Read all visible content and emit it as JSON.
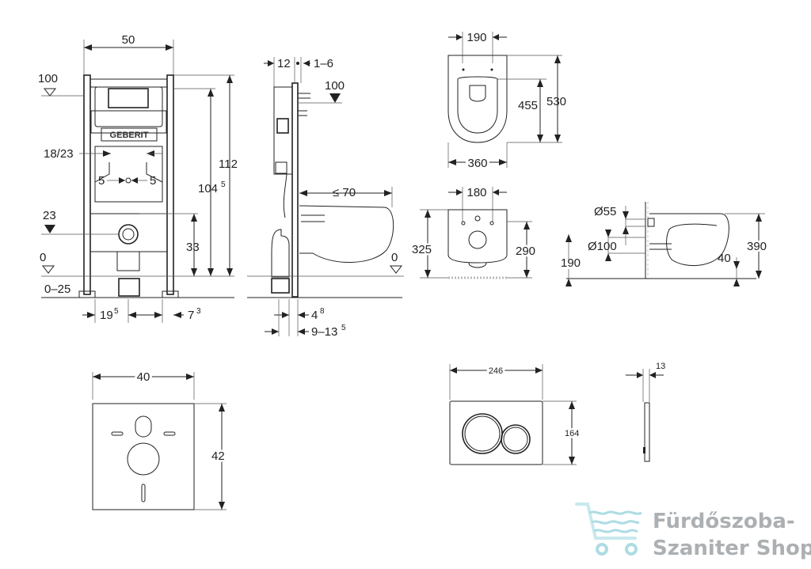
{
  "frame_elevation": {
    "width": "50",
    "height_total": "112",
    "height_inner": "104",
    "height_inner_sup": "5",
    "top_level": "100",
    "range": "18/23",
    "side_left": "5",
    "side_right": "5",
    "level_23": "23",
    "dim_33": "33",
    "floor_level": "0",
    "floor_range": "0–25",
    "bottom_left": "19",
    "bottom_left_sup": "5",
    "bottom_right": "7",
    "bottom_right_sup": "3",
    "brand_plate": "GEBERIT"
  },
  "frame_side": {
    "depth": "12",
    "adjust": "1–6",
    "top_level": "100",
    "projection": "≤ 70",
    "floor_level": "0",
    "wall_gap": "4",
    "wall_gap_sup": "8",
    "wall_range": "9–13",
    "wall_range_sup": "5"
  },
  "bowl_top": {
    "width_top": "190",
    "length_inner": "455",
    "length_outer": "530",
    "width_bottom": "360"
  },
  "bowl_front": {
    "width_top": "180",
    "height_left": "325",
    "height_right": "290"
  },
  "bowl_side": {
    "d_small": "Ø55",
    "d_large": "Ø100",
    "height": "390",
    "offset": "190",
    "bottom": "40"
  },
  "pad": {
    "width": "40",
    "height": "42"
  },
  "flush_plate": {
    "width": "246",
    "height": "164",
    "thickness": "13"
  },
  "watermark": {
    "line1": "Fürdőszoba-",
    "line2": "Szaniter Shop"
  }
}
